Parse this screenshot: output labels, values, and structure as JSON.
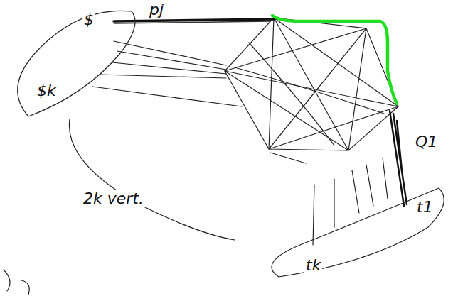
{
  "diagram": {
    "nodes": [
      {
        "text": [
          "$",
          "$k"
        ]
      },
      {
        "text": [
          "t1",
          "tk"
        ]
      }
    ],
    "labels": [
      "pj",
      "Q1",
      "2k vert."
    ]
  }
}
